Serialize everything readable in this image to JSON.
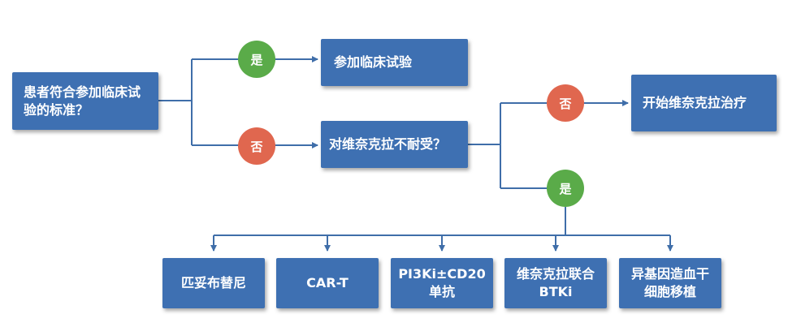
{
  "nodes": {
    "q1": "患者符合参加临床试验的标准？",
    "trial": "参加临床试验",
    "q2": "对维奈克拉不耐受？",
    "venetoclax": "开始维奈克拉治疗",
    "opt1": "匹妥布替尼",
    "opt2": "CAR-T",
    "opt3": "PI3Ki±CD20单抗",
    "opt4": "维奈克拉联合BTKi",
    "opt5": "异基因造血干细胞移植"
  },
  "labels": {
    "yes": "是",
    "no": "否"
  },
  "colors": {
    "box": "#3e70b2",
    "yes": "#5aab49",
    "no": "#e0674f",
    "line": "#3f6ea9"
  }
}
